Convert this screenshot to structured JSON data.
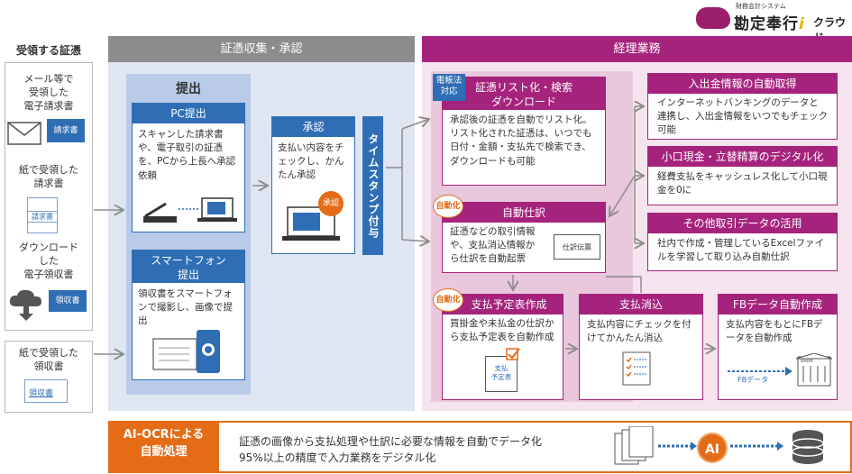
{
  "logo": {
    "small": "財務会計システム",
    "main": "勘定奉行",
    "i_mark": "i",
    "sub": "クラウド"
  },
  "left": {
    "title": "受領する証憑",
    "items": [
      {
        "text": "メール等で\n受領した\n電子請求書",
        "doc_label": "請求書"
      },
      {
        "text": "紙で受領した\n請求書",
        "doc_label": "請求書"
      },
      {
        "text": "ダウンロード\nした\n電子領収書",
        "doc_label": "領収書"
      }
    ],
    "bottom": {
      "text": "紙で受領した\n領収書",
      "doc_label": "領収書"
    }
  },
  "collect": {
    "header": "証憑収集・承認",
    "submit_title": "提出",
    "pc": {
      "title": "PC提出",
      "body": "スキャンした請求書や、電子取引の証憑を、PCから上長へ承認依頼"
    },
    "phone": {
      "title": "スマートフォン\n提出",
      "body": "領収書をスマートフォンで撮影し、画像で提出"
    },
    "approve": {
      "title": "承認",
      "body": "支払い内容をチェックし、かんたん承認",
      "stamp": "承認"
    },
    "timestamp": "タイムスタンプ付与"
  },
  "accounting": {
    "header": "経理業務",
    "list": {
      "badge": "電帳法\n対応",
      "title": "証憑リスト化・検索\nダウンロード",
      "body": "承認後の証憑を自動でリスト化。リスト化された証憑は、いつでも日付・金額・支払先で検索でき、ダウンロードも可能"
    },
    "auto_journal": {
      "badge": "自動化",
      "title": "自動仕訳",
      "body": "証憑などの取引情報や、支払消込情報から仕訳を自動起票",
      "doc_label": "仕訳伝票"
    },
    "deposit": {
      "title": "入出金情報の自動取得",
      "body": "インターネットバンキングのデータと連携し、入出金情報をいつでもチェック可能"
    },
    "petty": {
      "title": "小口現金・立替精算のデジタル化",
      "body": "経費支払をキャッシュレス化して小口現金を0に"
    },
    "other": {
      "title": "その他取引データの活用",
      "body": "社内で作成・管理しているExcelファイルを学習して取り込み自動仕訳"
    },
    "schedule": {
      "badge": "自動化",
      "title": "支払予定表作成",
      "body": "買掛金や未払金の仕訳から支払予定表を自動作成",
      "doc_label": "支払\n予定表"
    },
    "clear": {
      "title": "支払消込",
      "body": "支払内容にチェックを付けてかんたん消込"
    },
    "fb": {
      "title": "FBデータ自動作成",
      "body": "支払内容をもとにFBデータを自動作成",
      "data_label": "FBデータ",
      "bank_label": "BANK"
    }
  },
  "ocr": {
    "tag": "AI-OCRによる\n自動処理",
    "line1": "証憑の画像から支払処理や仕訳に必要な情報を自動でデータ化",
    "line2": "95%以上の精度で入力業務をデジタル化",
    "ai": "AI"
  },
  "colors": {
    "blue": "#2f6eb5",
    "magenta": "#a6237d",
    "orange": "#e56c16",
    "gray": "#8c8c8c"
  }
}
